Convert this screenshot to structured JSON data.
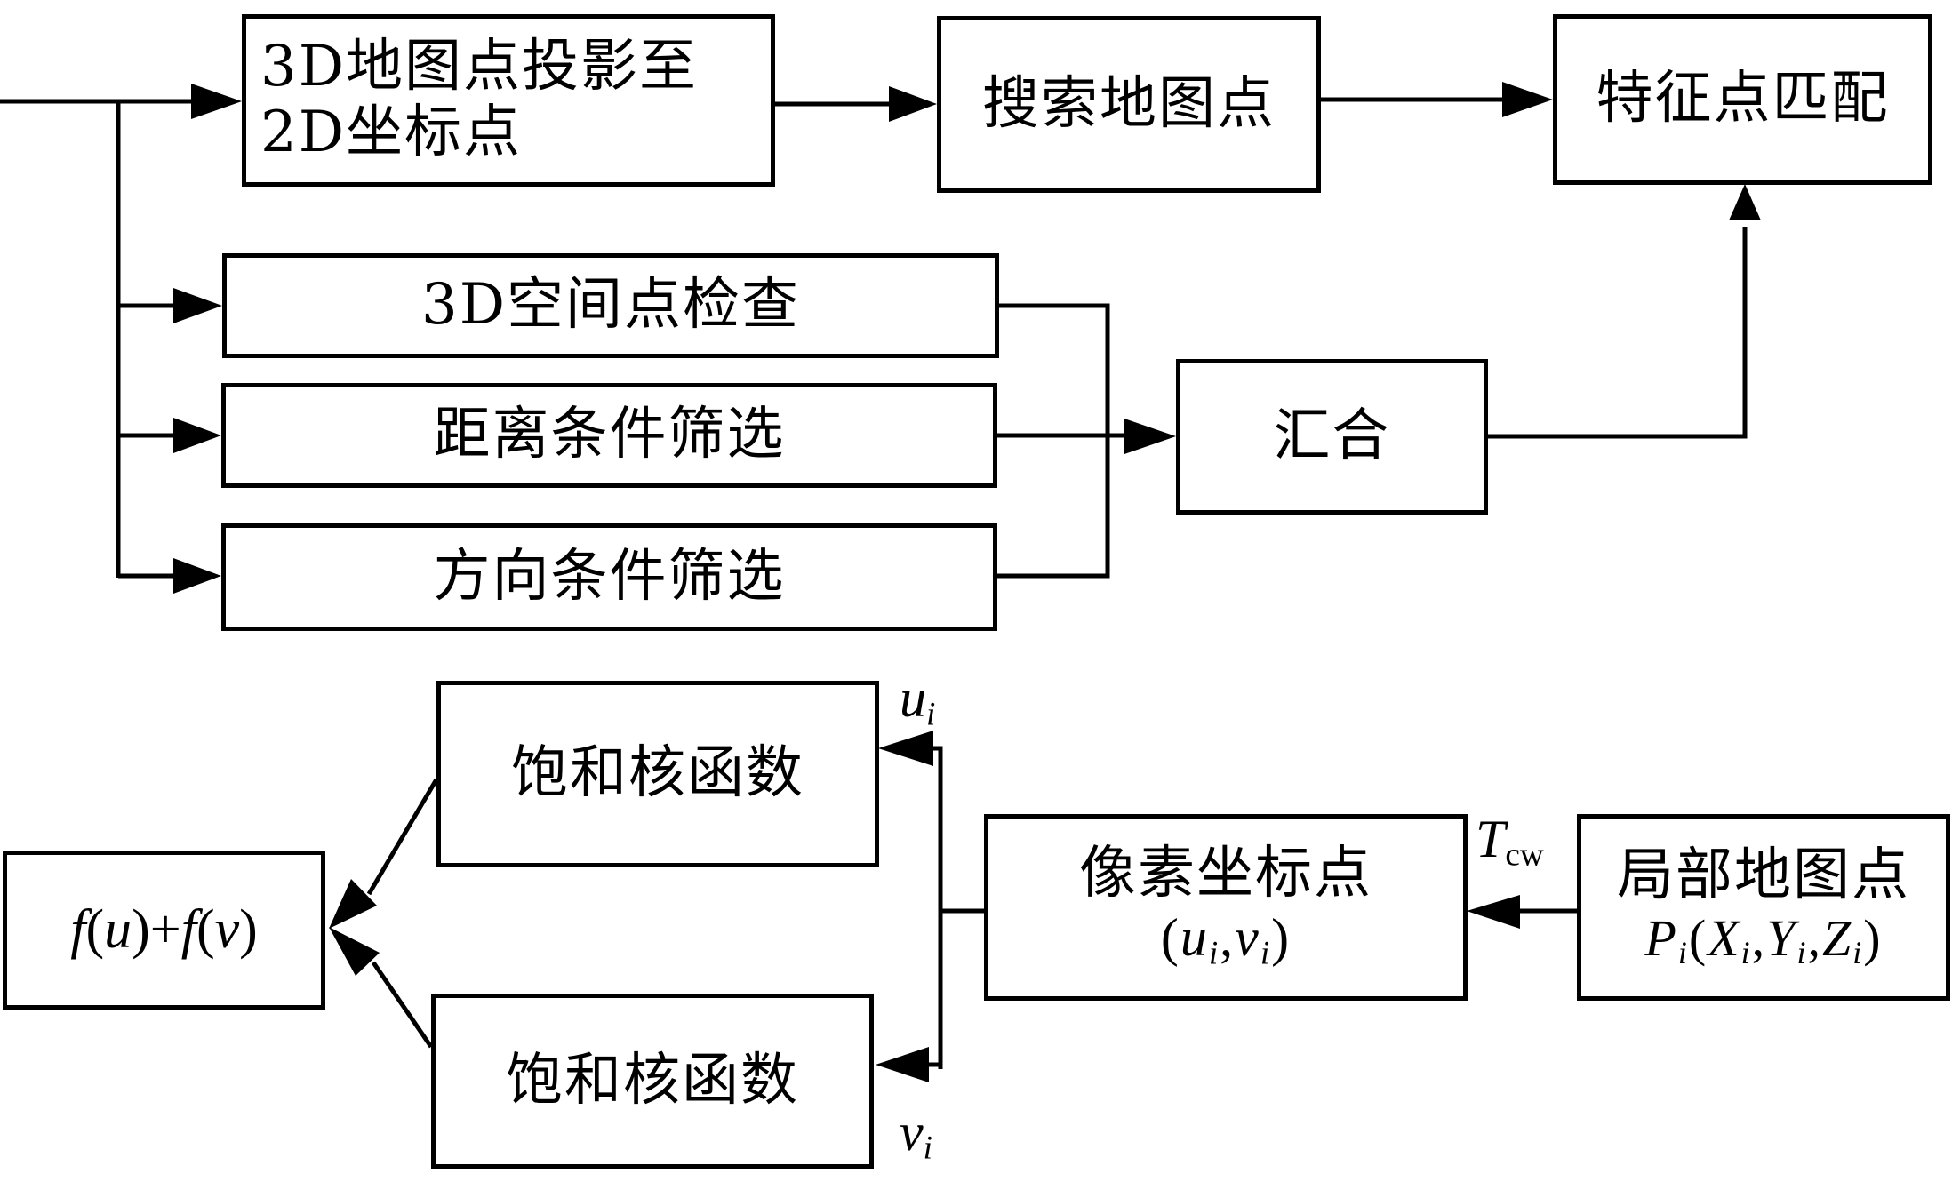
{
  "diagram": {
    "top_flow": {
      "project_box": {
        "line1": "3D地图点投影至",
        "line2": "2D坐标点"
      },
      "search_box": "搜索地图点",
      "match_box": "特征点匹配"
    },
    "filters": {
      "check_3d": "3D空间点检查",
      "distance_filter": "距离条件筛选",
      "direction_filter": "方向条件筛选",
      "merge_box": "汇合"
    },
    "bottom_flow": {
      "sum_box": {
        "f": "f",
        "u": "u",
        "plus": "+",
        "v": "v"
      },
      "kernel_top": "饱和核函数",
      "kernel_bottom": "饱和核函数",
      "pixel_box": {
        "title": "像素坐标点",
        "u": "u",
        "v": "v",
        "sub": "i"
      },
      "local_map_box": {
        "title": "局部地图点",
        "P": "P",
        "X": "X",
        "Y": "Y",
        "Z": "Z",
        "sub": "i"
      },
      "label_ui": {
        "base": "u",
        "sub": "i"
      },
      "label_vi": {
        "base": "v",
        "sub": "i"
      },
      "label_tcw": {
        "base": "T",
        "sub": "cw"
      }
    }
  }
}
